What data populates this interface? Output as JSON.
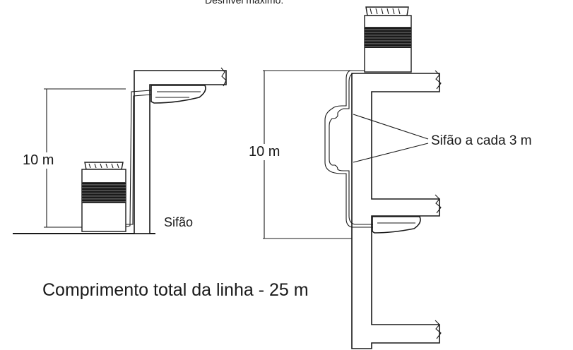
{
  "labels": {
    "top_caption": "Desnível máximo:",
    "left_height": "10 m",
    "left_trap": "Sifão",
    "right_height": "10 m",
    "trap_interval": "Sifão a cada 3 m",
    "total_length": "Comprimento total da linha - 25 m"
  },
  "colors": {
    "ink": "#1a1a1a",
    "paper": "#ffffff"
  }
}
